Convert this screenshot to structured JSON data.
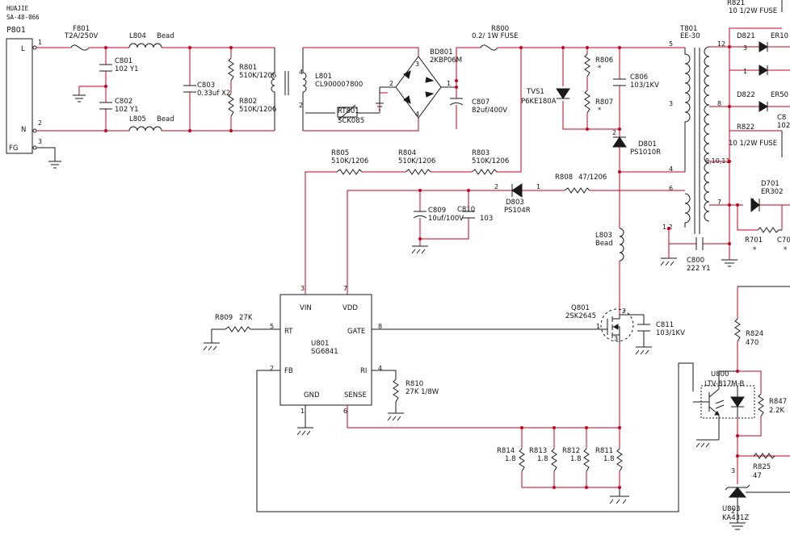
{
  "header": {
    "brand": "HUAJIE",
    "model": "SA-48-066"
  },
  "connector": {
    "ref": "P801",
    "pin_L": "L",
    "pin_N": "N",
    "pin_FG": "FG",
    "n1": "1",
    "n2": "2",
    "n3": "3"
  },
  "labels": {
    "F801": "F801",
    "F801_v": "T2A/250V",
    "L804": "L804",
    "L804_v": "Bead",
    "L805": "L805",
    "L805_v": "Bead",
    "C801": "C801",
    "C801_v": "102 Y1",
    "C802": "C802",
    "C802_v": "102 Y1",
    "C803": "C803",
    "C803_v": "0.33uf X2",
    "R801": "R801",
    "R801_v": "510K/1206",
    "R802": "R802",
    "R802_v": "510K/1206",
    "L801": "L801",
    "L801_v": "CL900007800",
    "RT801": "RT801",
    "RT801_v": "SCK085",
    "BD801": "BD801",
    "BD801_v": "2KBP06M",
    "R800": "R800",
    "R800_v": "0.2/ 1W FUSE",
    "C807": "C807",
    "C807_v": "82uf/400V",
    "TVS1": "TVS1",
    "TVS1_v": "P6KE180A",
    "R806": "R806",
    "R806_v": "*",
    "R807": "R807",
    "R807_v": "*",
    "C806": "C806",
    "C806_v": "103/1KV",
    "D801": "D801",
    "D801_v": "PS1010R",
    "T801": "T801",
    "T801_v": "EE-30",
    "R805": "R805",
    "R805_v": "510K/1206",
    "R804": "R804",
    "R804_v": "510K/1206",
    "R803": "R803",
    "R803_v": "510K/1206",
    "R808": "R808",
    "R808_v": "47/1206",
    "D803": "D803",
    "D803_v": "PS104R",
    "C809": "C809",
    "C809_v": "10uf/100V",
    "C810": "C810",
    "C810_v": "103",
    "L803": "L803",
    "L803_v": "Bead",
    "C800": "C800",
    "C800_v": "222 Y1",
    "R809": "R809",
    "R809_v": "27K",
    "U801": "U801",
    "U801_v": "SG6841",
    "Q801": "Q801",
    "Q801_v": "2SK2645",
    "C811": "C811",
    "C811_v": "103/1KV",
    "R810": "R810",
    "R810_v": "27K 1/8W",
    "R814": "R814",
    "R814_v": "1.8",
    "R813": "R813",
    "R813_v": "1.8",
    "R812": "R812",
    "R812_v": "1.8",
    "R811": "R811",
    "R811_v": "1.8",
    "R821": "R821",
    "R821_v": "10 1/2W FUSE",
    "R822": "R822",
    "R822_v": "10 1/2W FUSE",
    "D821": "D821",
    "D822": "D822",
    "ER1": "ER10",
    "ER5": "ER50",
    "C8x": "C8",
    "x102": "102",
    "D701": "D701",
    "D701_v": "ER302",
    "R701": "R701",
    "R701_v": "*",
    "C7x": "C70",
    "C7x_v": "*",
    "R824": "R824",
    "R824_v": "470",
    "U800": "U800",
    "U800_v": "LTV-817M-B",
    "R847": "R847",
    "R847_v": "2.2K",
    "R825": "R825",
    "R825_v": "47",
    "U803": "U803",
    "U803_v": "KA431Z"
  },
  "ic": {
    "pin_vin": "VIN",
    "pin_vdd": "VDD",
    "pin_rt": "RT",
    "pin_gate": "GATE",
    "pin_fb": "FB",
    "pin_ri": "RI",
    "pin_gnd": "GND",
    "pin_sense": "SENSE"
  },
  "pins": {
    "p1": "1",
    "p2": "2",
    "p3": "3",
    "p4": "4",
    "p5": "5",
    "p6": "6",
    "p7": "7",
    "p8": "8",
    "p12": "12",
    "p910": "9,10,11",
    "p12b": "1,2"
  }
}
